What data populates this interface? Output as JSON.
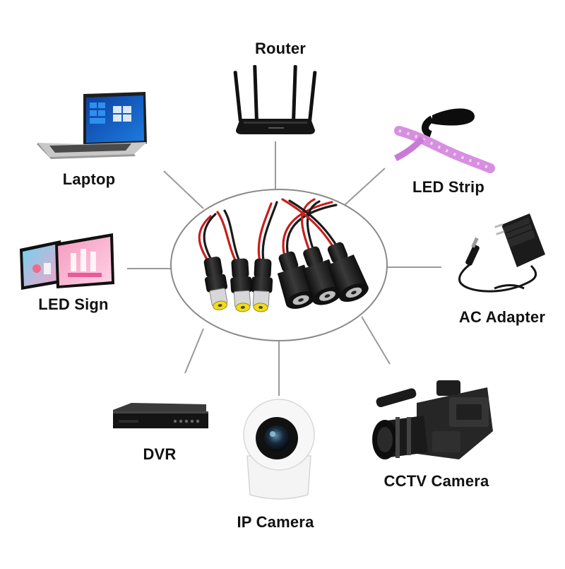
{
  "hub": {
    "name": "dc-power-pigtail-cables",
    "ring_color": "#8a8a8a",
    "wire_red": "#c81e1e",
    "wire_black": "#1a1a1a",
    "tip_yellow": "#f2dc1a"
  },
  "connector_color": "#9a9a9a",
  "devices": [
    {
      "id": "router",
      "label": "Router"
    },
    {
      "id": "laptop",
      "label": "Laptop"
    },
    {
      "id": "led-strip",
      "label": "LED Strip"
    },
    {
      "id": "led-sign",
      "label": "LED Sign"
    },
    {
      "id": "ac-adapter",
      "label": "AC Adapter"
    },
    {
      "id": "dvr",
      "label": "DVR"
    },
    {
      "id": "ip-camera",
      "label": "IP Camera"
    },
    {
      "id": "cctv-camera",
      "label": "CCTV Camera"
    }
  ]
}
